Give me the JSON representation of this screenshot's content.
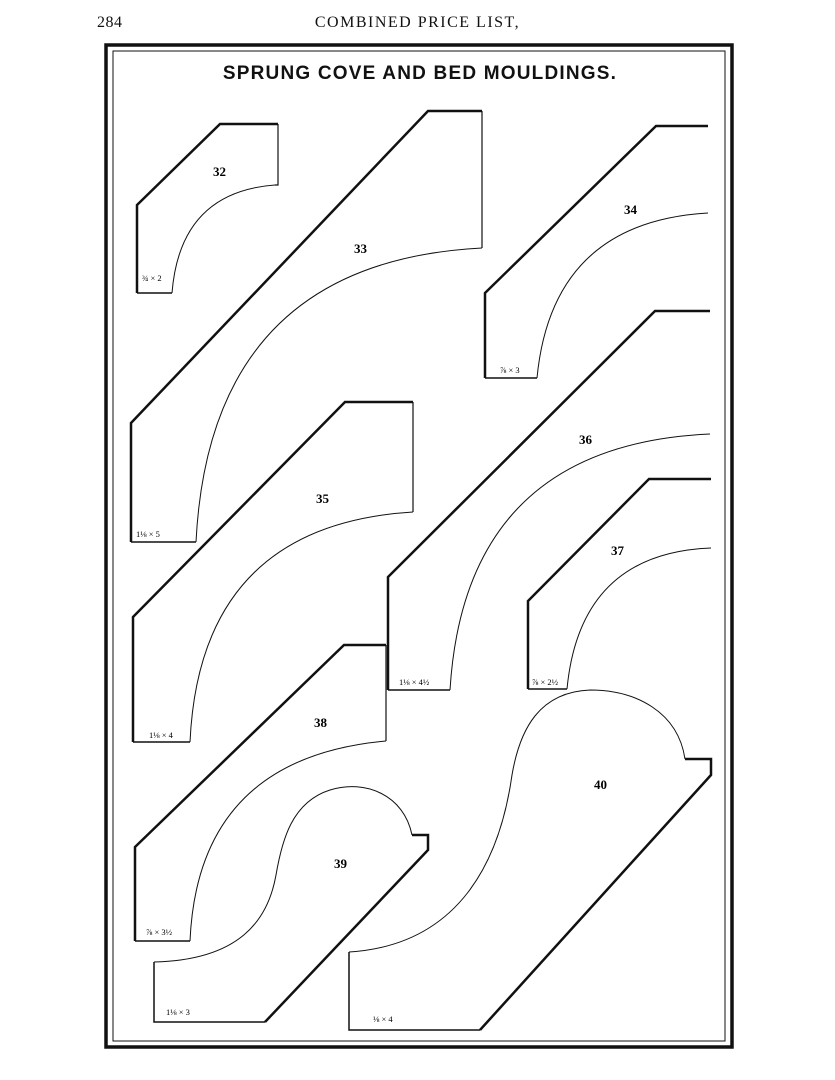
{
  "page": {
    "number": "284",
    "running_head": "COMBINED PRICE LIST,"
  },
  "plate": {
    "title": "SPRUNG COVE AND BED MOULDINGS.",
    "profiles": [
      {
        "number": "32",
        "size": "¾ × 2"
      },
      {
        "number": "33",
        "size": "1⅛ × 5"
      },
      {
        "number": "34",
        "size": "⅞ × 3"
      },
      {
        "number": "35",
        "size": "1⅛ × 4"
      },
      {
        "number": "36",
        "size": "1⅛ × 4½"
      },
      {
        "number": "37",
        "size": "⅞ × 2½"
      },
      {
        "number": "38",
        "size": "⅞ × 3½"
      },
      {
        "number": "39",
        "size": "1⅛ × 3"
      },
      {
        "number": "40",
        "size": "⅛ × 4"
      }
    ]
  }
}
